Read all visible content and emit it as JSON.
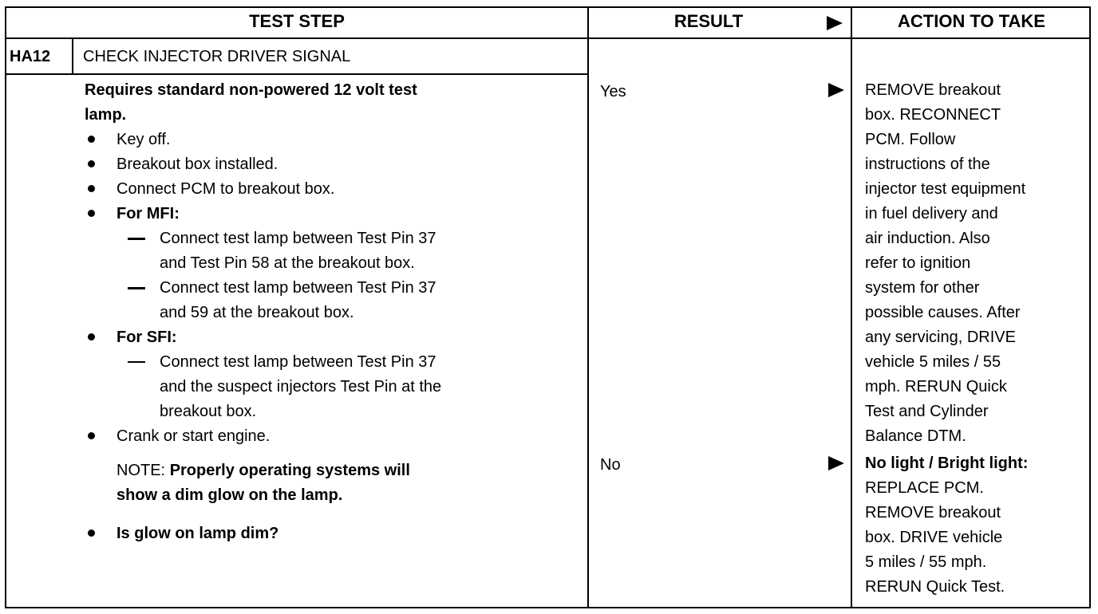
{
  "header": {
    "test_step": "TEST STEP",
    "result": "RESULT",
    "action": "ACTION TO TAKE"
  },
  "step": {
    "id": "HA12",
    "title": "CHECK INJECTOR DRIVER SIGNAL"
  },
  "instructions": {
    "requires_line1": "Requires standard non-powered 12 volt test",
    "requires_line2": "lamp.",
    "key_off": "Key off.",
    "breakout_installed": "Breakout box installed.",
    "connect_pcm": "Connect PCM to breakout box.",
    "for_mfi": "For MFI:",
    "mfi_sub1_line1": "Connect test lamp between Test Pin 37",
    "mfi_sub1_line2": "and Test Pin 58 at the breakout box.",
    "mfi_sub2_line1": "Connect test lamp between Test Pin 37",
    "mfi_sub2_line2": "and 59 at the breakout box.",
    "for_sfi": "For SFI:",
    "sfi_sub1_line1": "Connect test lamp between Test Pin 37",
    "sfi_sub1_line2": "and the suspect injectors Test Pin at the",
    "sfi_sub1_line3": "breakout box.",
    "crank": "Crank or start engine.",
    "note_label": "NOTE:",
    "note_text_line1": "Properly operating systems will",
    "note_text_line2": "show a dim glow on the lamp.",
    "question": "Is glow on lamp dim?"
  },
  "results": {
    "yes": "Yes",
    "no": "No"
  },
  "actions": {
    "yes_lines": [
      "REMOVE breakout",
      "box. RECONNECT",
      "PCM. Follow",
      "instructions of the",
      "injector test equipment",
      "in fuel delivery and",
      "air induction. Also",
      "refer to ignition",
      "system for other",
      "possible causes. After",
      "any servicing, DRIVE",
      "vehicle 5 miles / 55",
      "mph. RERUN Quick",
      "Test and Cylinder",
      "Balance DTM."
    ],
    "no_heading": "No light / Bright light:",
    "no_lines": [
      "REPLACE PCM.",
      "REMOVE breakout",
      "box. DRIVE vehicle",
      "5 miles / 55 mph.",
      "RERUN Quick Test."
    ]
  }
}
